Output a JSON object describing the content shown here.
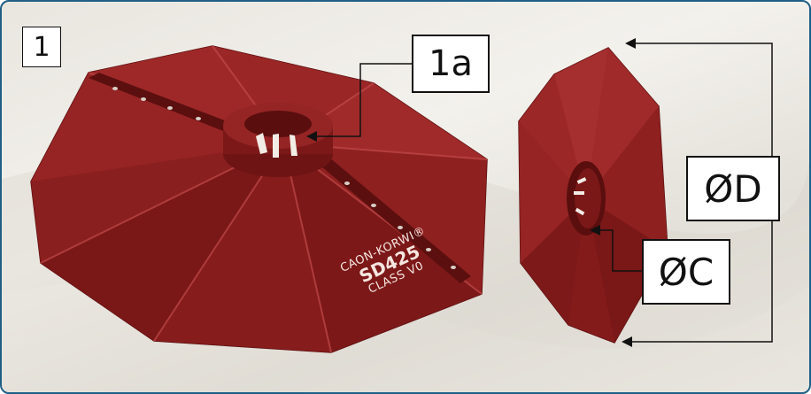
{
  "figure_number": "1",
  "callouts": {
    "detail": "1a",
    "outer_diameter": "ØD",
    "inner_diameter": "ØC"
  },
  "product_marking": {
    "brand": "CAON-KORWI®",
    "model": "SD425",
    "class": "CLASS V0"
  },
  "colors": {
    "body": "#8b1e1e",
    "body_dark": "#6e1414",
    "body_light": "#a83030",
    "frame_border": "#1f5f86"
  }
}
